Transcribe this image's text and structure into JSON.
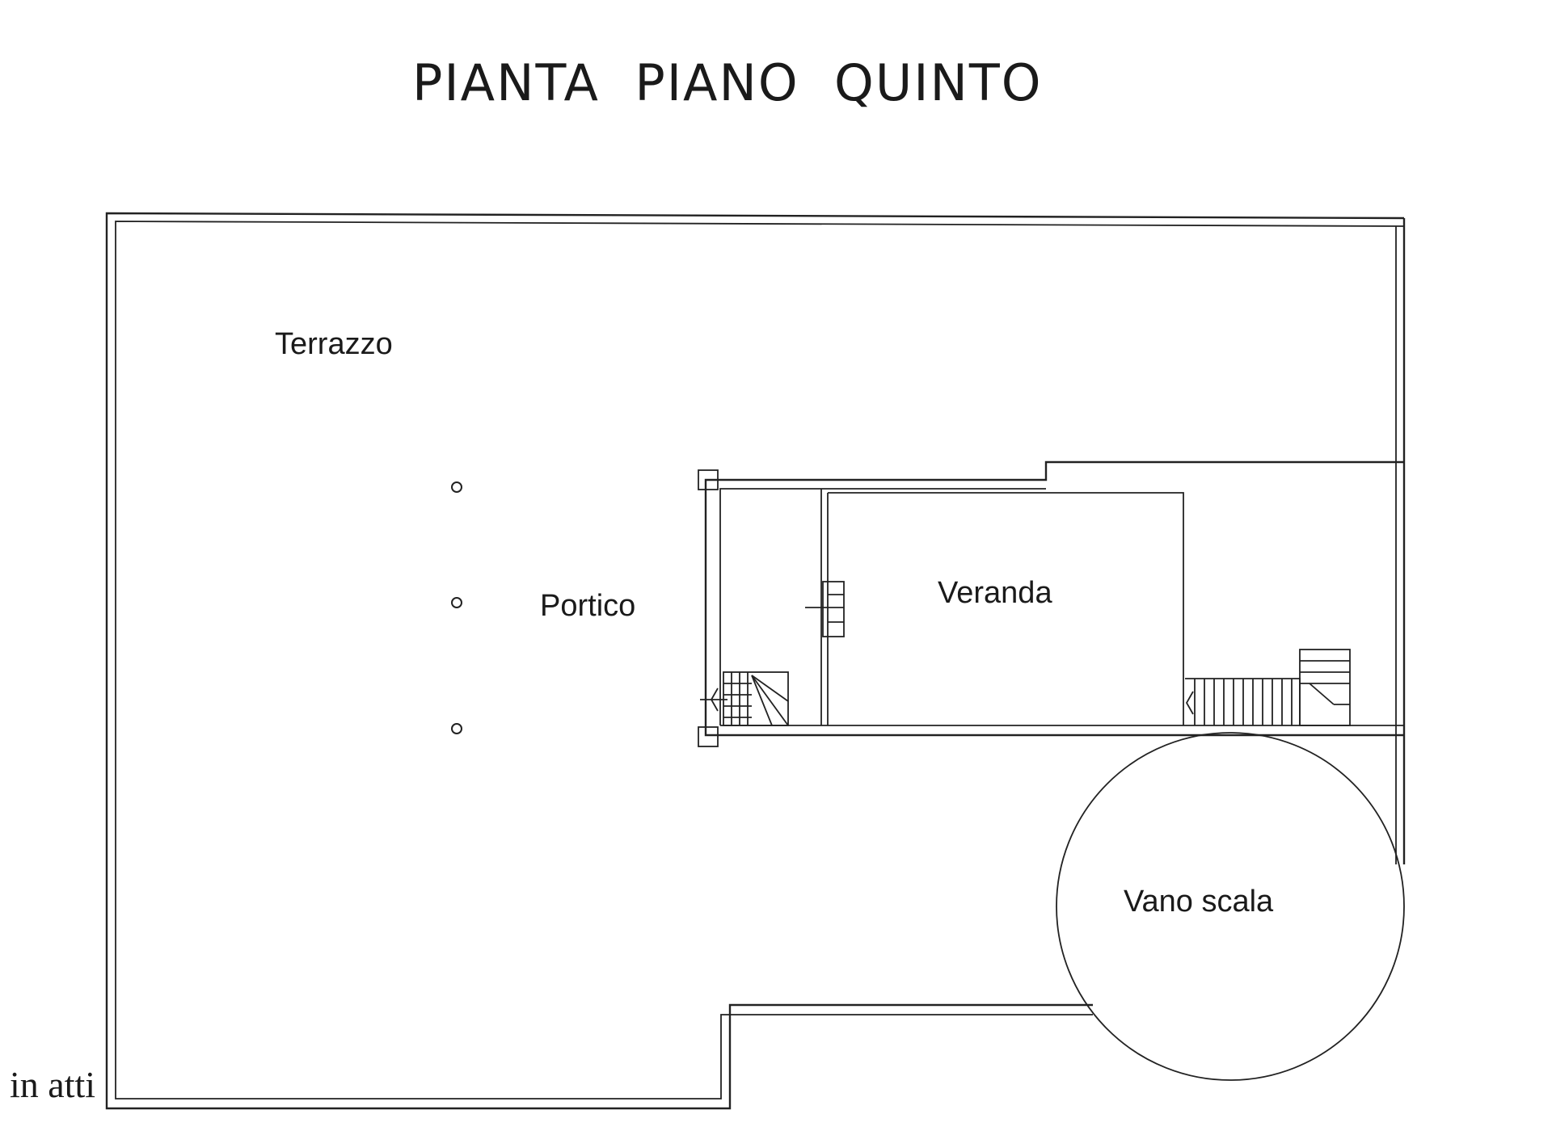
{
  "title": "PIANTA  PIANO  QUINTO",
  "rooms": {
    "terrazzo": "Terrazzo",
    "portico": "Portico",
    "veranda": "Veranda",
    "vano_scala": "Vano scala"
  },
  "note": "in atti"
}
